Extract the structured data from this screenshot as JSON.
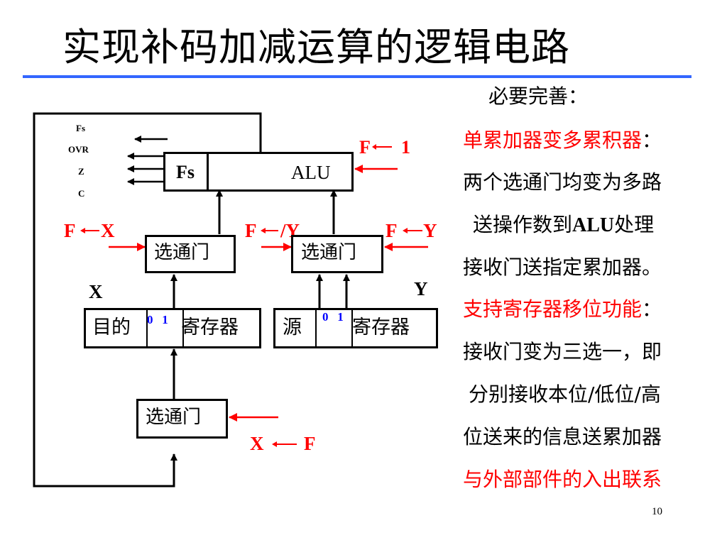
{
  "title": "实现补码加减运算的逻辑电路",
  "diagram": {
    "flags": [
      "Fs",
      "OVR",
      "Z",
      "C"
    ],
    "alu_fs": "Fs",
    "alu_label": "ALU",
    "f_one": "F",
    "f_one_val": "1",
    "fx_f": "F",
    "fx_x": "X",
    "fny_f": "F",
    "fny_y": "/Y",
    "fy_f": "F",
    "fy_y": "Y",
    "gate": "选通门",
    "x_label": "X",
    "y_label": "Y",
    "dest_reg_a": "目的",
    "dest_bits": "0   1",
    "dest_reg_b": "寄存器",
    "src_reg_a": "源",
    "src_bits": "0   1",
    "src_reg_b": "寄存器",
    "xf_x": "X",
    "xf_f": "F"
  },
  "notes": {
    "heading": "必要完善：",
    "l1_red": "单累加器变多累积器",
    "l1_tail": "：",
    "l2": "两个选通门均变为多路",
    "l3a": "送操作数到",
    "l3b": "ALU",
    "l3c": "处理",
    "l4": "接收门送指定累加器。",
    "l5_red": "支持寄存器移位功能",
    "l5_tail": "：",
    "l6": "接收门变为三选一，即",
    "l7": "分别接收本位/低位/高",
    "l8": "位送来的信息送累加器",
    "l9_red": "与外部部件的入出联系"
  },
  "page_number": "10",
  "colors": {
    "accent_line": "#3366ff",
    "highlight": "#ff0000",
    "bits": "#0000ff"
  }
}
